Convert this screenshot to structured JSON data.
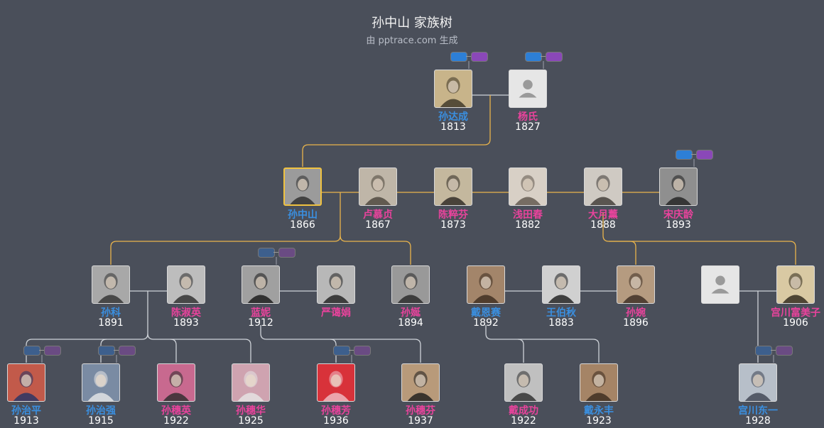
{
  "header": {
    "title": "孙中山 家族树",
    "subtitle": "由 pptrace.com 生成"
  },
  "colors": {
    "background": "#4a4f5a",
    "male": "#3a8fe0",
    "female": "#e8439c",
    "focus_border": "#f0c240",
    "line_gold": "#e9b44c",
    "line_grey": "#cfd3d9"
  },
  "people": [
    {
      "id": "p1",
      "name": "孙达成",
      "year": "1813",
      "gender": "m",
      "photo": "portrait"
    },
    {
      "id": "p2",
      "name": "杨氏",
      "year": "1827",
      "gender": "f",
      "photo": "placeholder"
    },
    {
      "id": "p3",
      "name": "孙中山",
      "year": "1866",
      "gender": "m",
      "photo": "portrait",
      "focus": true
    },
    {
      "id": "p4",
      "name": "卢慕贞",
      "year": "1867",
      "gender": "f",
      "photo": "portrait"
    },
    {
      "id": "p5",
      "name": "陈粹芬",
      "year": "1873",
      "gender": "f",
      "photo": "portrait"
    },
    {
      "id": "p6",
      "name": "浅田春",
      "year": "1882",
      "gender": "f",
      "photo": "portrait"
    },
    {
      "id": "p7",
      "name": "大月薰",
      "year": "1888",
      "gender": "f",
      "photo": "portrait"
    },
    {
      "id": "p8",
      "name": "宋庆龄",
      "year": "1893",
      "gender": "f",
      "photo": "portrait"
    },
    {
      "id": "p9",
      "name": "孙科",
      "year": "1891",
      "gender": "m",
      "photo": "portrait"
    },
    {
      "id": "p10",
      "name": "陈淑英",
      "year": "1893",
      "gender": "f",
      "photo": "portrait"
    },
    {
      "id": "p11",
      "name": "蓝妮",
      "year": "1912",
      "gender": "f",
      "photo": "portrait"
    },
    {
      "id": "p12",
      "name": "严蔼娟",
      "year": "",
      "gender": "f",
      "photo": "portrait"
    },
    {
      "id": "p13",
      "name": "孙娫",
      "year": "1894",
      "gender": "f",
      "photo": "portrait"
    },
    {
      "id": "p14",
      "name": "戴恩赛",
      "year": "1892",
      "gender": "m",
      "photo": "portrait"
    },
    {
      "id": "p15",
      "name": "王伯秋",
      "year": "1883",
      "gender": "m",
      "photo": "portrait"
    },
    {
      "id": "p16",
      "name": "孙婉",
      "year": "1896",
      "gender": "f",
      "photo": "portrait"
    },
    {
      "id": "p17",
      "name": "",
      "year": "",
      "gender": "m",
      "photo": "placeholder"
    },
    {
      "id": "p18",
      "name": "宫川富美子",
      "year": "1906",
      "gender": "f",
      "photo": "portrait"
    },
    {
      "id": "p19",
      "name": "孙治平",
      "year": "1913",
      "gender": "m",
      "photo": "portrait"
    },
    {
      "id": "p20",
      "name": "孙治强",
      "year": "1915",
      "gender": "m",
      "photo": "portrait"
    },
    {
      "id": "p21",
      "name": "孙穗英",
      "year": "1922",
      "gender": "f",
      "photo": "portrait"
    },
    {
      "id": "p22",
      "name": "孙穗华",
      "year": "1925",
      "gender": "f",
      "photo": "portrait"
    },
    {
      "id": "p23",
      "name": "孙穗芳",
      "year": "1936",
      "gender": "f",
      "photo": "portrait"
    },
    {
      "id": "p24",
      "name": "孙穗芬",
      "year": "1937",
      "gender": "f",
      "photo": "portrait"
    },
    {
      "id": "p25",
      "name": "戴成功",
      "year": "1922",
      "gender": "f",
      "photo": "portrait"
    },
    {
      "id": "p26",
      "name": "戴永丰",
      "year": "1923",
      "gender": "m",
      "photo": "portrait"
    },
    {
      "id": "p27",
      "name": "宫川东一",
      "year": "1928",
      "gender": "m",
      "photo": "portrait"
    }
  ],
  "toggles": [
    {
      "target": "p1",
      "dim": false
    },
    {
      "target": "p2",
      "dim": false
    },
    {
      "target": "p8",
      "dim": false
    },
    {
      "target": "p11",
      "dim": true
    },
    {
      "target": "p19",
      "dim": true
    },
    {
      "target": "p20",
      "dim": true
    },
    {
      "target": "p23",
      "dim": true
    },
    {
      "target": "p27",
      "dim": true
    }
  ]
}
